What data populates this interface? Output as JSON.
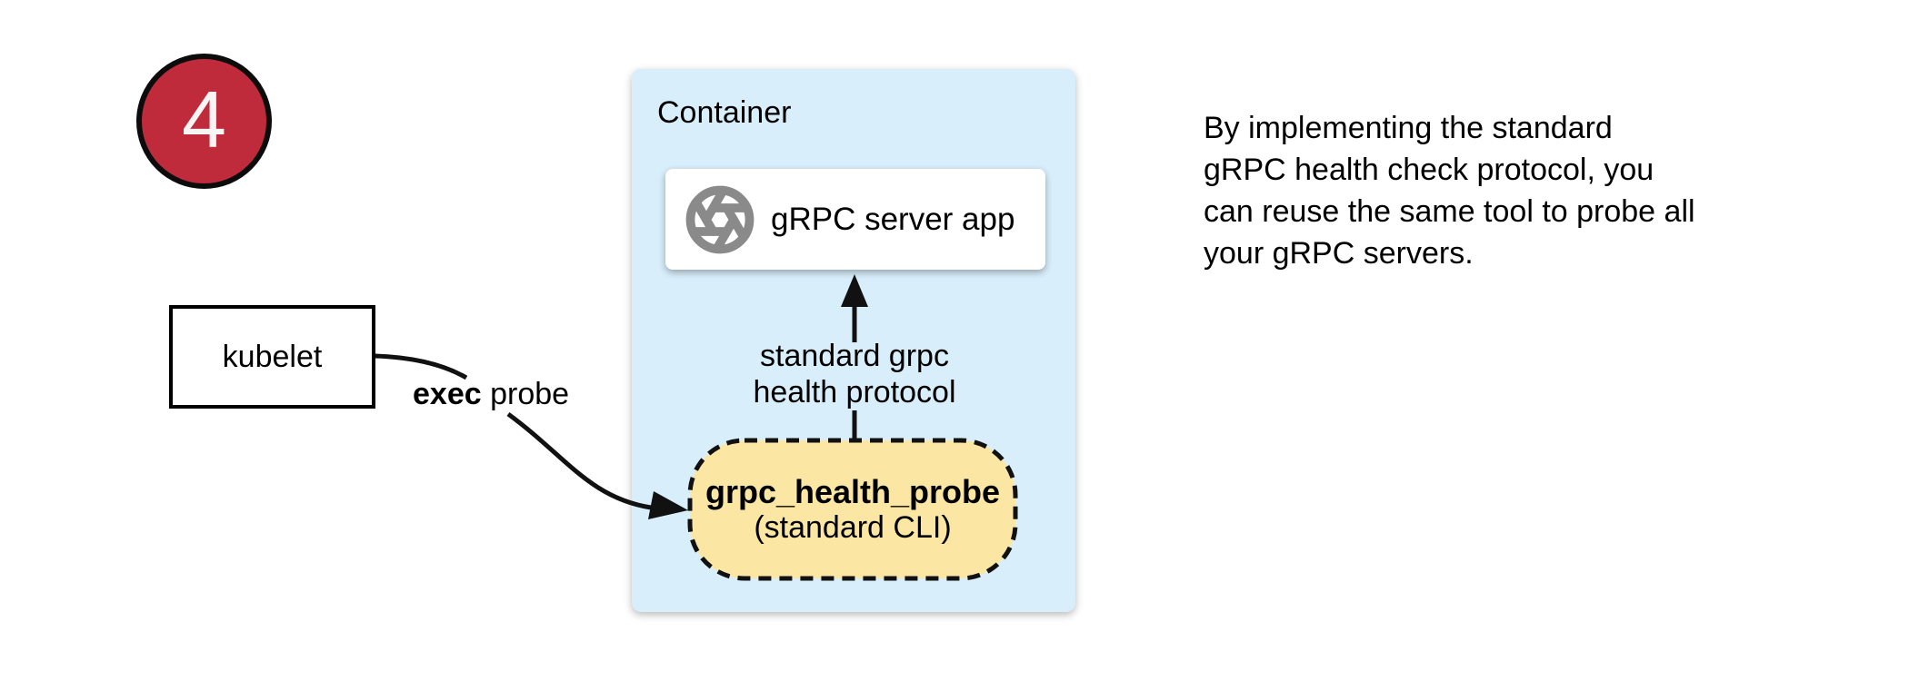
{
  "step_badge": {
    "number": "4"
  },
  "kubelet_box": {
    "label": "kubelet"
  },
  "exec_probe_arrow": {
    "label_bold": "exec",
    "label_rest": " probe"
  },
  "container": {
    "title": "Container",
    "server_box": {
      "label": "gRPC server app",
      "icon": "aperture-icon"
    },
    "protocol_arrow": {
      "label": "standard grpc\nhealth protocol"
    },
    "probe_box": {
      "title": "grpc_health_probe",
      "subtitle": "(standard CLI)"
    }
  },
  "annotation": {
    "text": "By implementing the standard\ngRPC health check protocol, you\ncan reuse the same tool to probe all\nyour gRPC servers."
  },
  "colors": {
    "container_fill": "#D8EEFB",
    "probe_fill": "#FBE7A3",
    "badge_fill": "#C02B3C",
    "icon_gray": "#8A8A8A",
    "line_black": "#111111"
  }
}
